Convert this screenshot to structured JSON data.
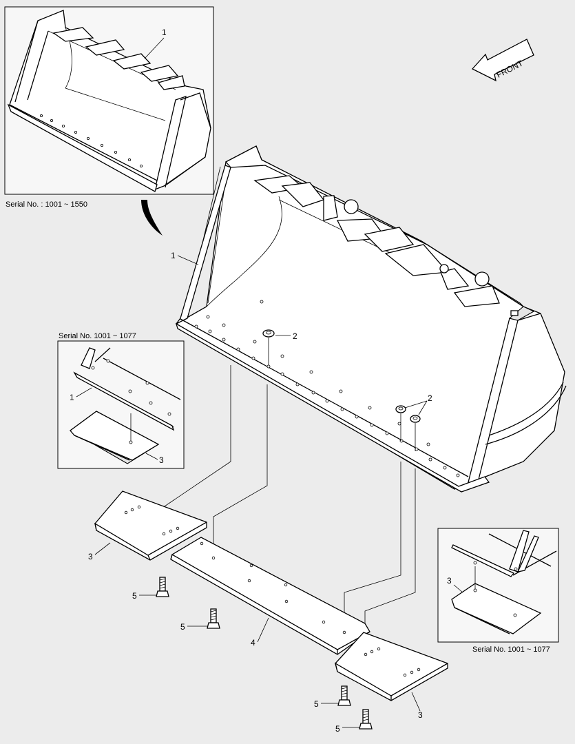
{
  "captions": {
    "top_inset": "Serial No. : 1001 ~ 1550",
    "left_inset": "Serial No. 1001 ~ 1077",
    "right_inset": "Serial No. 1001 ~ 1077"
  },
  "front_arrow": "FRONT",
  "callouts": {
    "bucket": "1",
    "nut": "2",
    "cutting_edge_end": "3",
    "cutting_edge": "4",
    "bolt": "5"
  },
  "colors": {
    "background": "#ececec",
    "line": "#000000",
    "fill": "#ffffff"
  }
}
